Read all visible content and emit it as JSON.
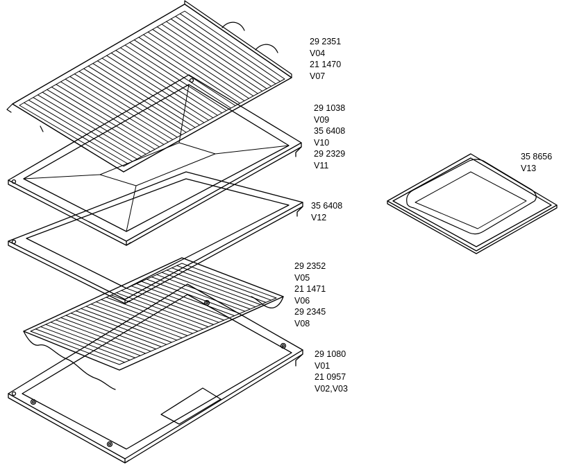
{
  "colors": {
    "line": "#000000",
    "background": "#ffffff"
  },
  "callouts": [
    {
      "id": "rack-top",
      "lines": [
        "29 2351",
        "V04",
        "21 1470",
        "V07"
      ]
    },
    {
      "id": "tray-a",
      "lines": [
        "29 1038",
        "V09",
        "35 6408",
        "V10",
        "29 2329",
        "V11"
      ]
    },
    {
      "id": "pan",
      "lines": [
        "35 8656",
        "V13"
      ]
    },
    {
      "id": "tray-b",
      "lines": [
        "35 6408",
        "V12"
      ]
    },
    {
      "id": "rack-low",
      "lines": [
        "29 2352",
        "V05",
        "21 1471",
        "V06",
        "29 2345",
        "V08"
      ]
    },
    {
      "id": "tray-base",
      "lines": [
        "29 1080",
        "V01",
        "21 0957",
        "V02,V03"
      ]
    }
  ]
}
